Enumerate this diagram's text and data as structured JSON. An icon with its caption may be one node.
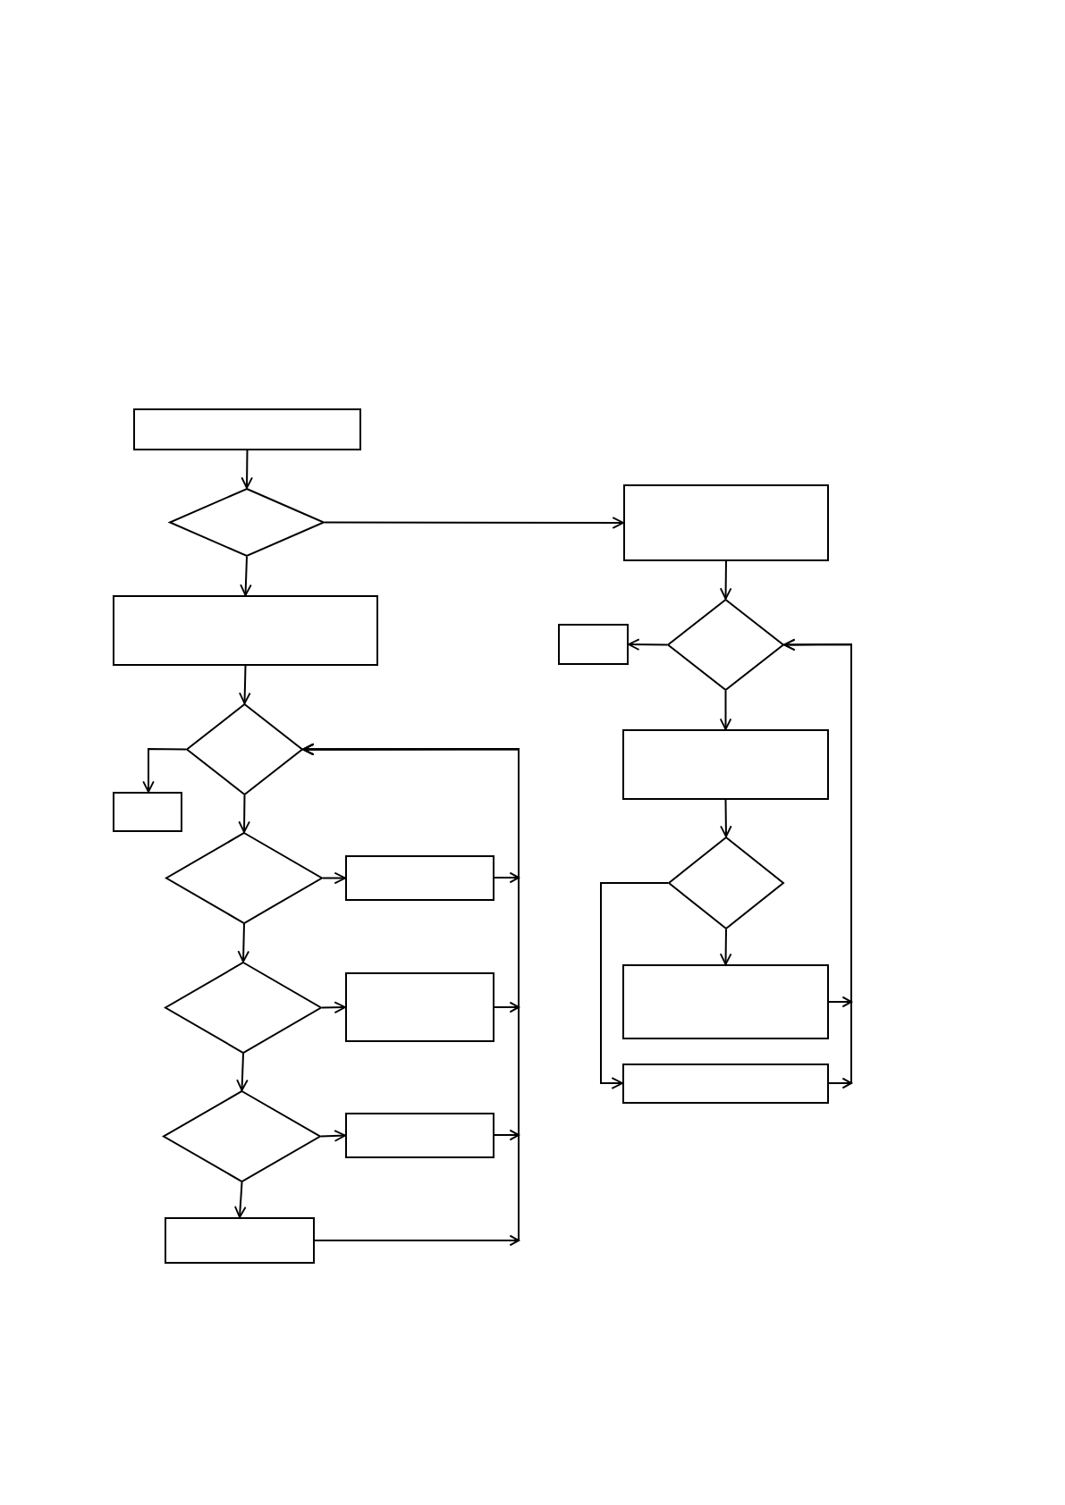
{
  "diagram": {
    "nodes": [
      {
        "text": [],
        "shape": "box"
      },
      {
        "text": [],
        "shape": "diamond"
      },
      {
        "text": [],
        "shape": "box"
      },
      {
        "text": [],
        "shape": "box"
      },
      {
        "text": [],
        "shape": "diamond"
      },
      {
        "text": [],
        "shape": "box"
      },
      {
        "text": [],
        "shape": "diamond"
      },
      {
        "text": [],
        "shape": "box"
      },
      {
        "text": [],
        "shape": "box"
      },
      {
        "text": [],
        "shape": "diamond"
      },
      {
        "text": [],
        "shape": "box"
      },
      {
        "text": [],
        "shape": "diamond"
      },
      {
        "text": [],
        "shape": "diamond"
      },
      {
        "text": [],
        "shape": "box"
      },
      {
        "text": [],
        "shape": "box"
      },
      {
        "text": [],
        "shape": "box"
      },
      {
        "text": [],
        "shape": "diamond"
      },
      {
        "text": [],
        "shape": "box"
      },
      {
        "text": [],
        "shape": "box"
      }
    ],
    "edges": [
      {
        "from": 0,
        "to": 1,
        "arrow": "to"
      },
      {
        "from": 1,
        "to": 2,
        "arrow": "to"
      },
      {
        "from": 1,
        "to": 3,
        "arrow": "to"
      },
      {
        "from": 3,
        "to": 6,
        "arrow": "to"
      },
      {
        "from": 2,
        "to": 4,
        "arrow": "to"
      },
      {
        "from": 4,
        "to": 5,
        "arrow": "to"
      },
      {
        "from": 4,
        "to": 8,
        "arrow": "to"
      },
      {
        "from": 6,
        "to": 7,
        "arrow": "to"
      },
      {
        "from": 6,
        "to": 9,
        "arrow": "to"
      },
      {
        "from": 9,
        "to": 10,
        "arrow": "to"
      },
      {
        "from": 9,
        "to": 12,
        "arrow": "to"
      },
      {
        "from": 12,
        "to": 13,
        "arrow": "to"
      },
      {
        "from": 12,
        "to": 16,
        "arrow": "to"
      },
      {
        "from": 16,
        "to": 17,
        "arrow": "to"
      },
      {
        "from": 16,
        "to": 18,
        "arrow": "to"
      },
      {
        "from": 8,
        "to": 11,
        "arrow": "to"
      },
      {
        "from": 11,
        "to": 14,
        "arrow": "to"
      },
      {
        "from": 11,
        "to": 15,
        "arrow": "to"
      },
      {
        "from": 10,
        "to": 6,
        "arrow": "to"
      },
      {
        "from": 13,
        "to": 6,
        "arrow": "to"
      },
      {
        "from": 17,
        "to": 6,
        "arrow": "to"
      },
      {
        "from": 18,
        "to": 6,
        "arrow": "to"
      },
      {
        "from": 14,
        "to": 4,
        "arrow": "to"
      },
      {
        "from": 15,
        "to": 4,
        "arrow": "to"
      }
    ]
  }
}
